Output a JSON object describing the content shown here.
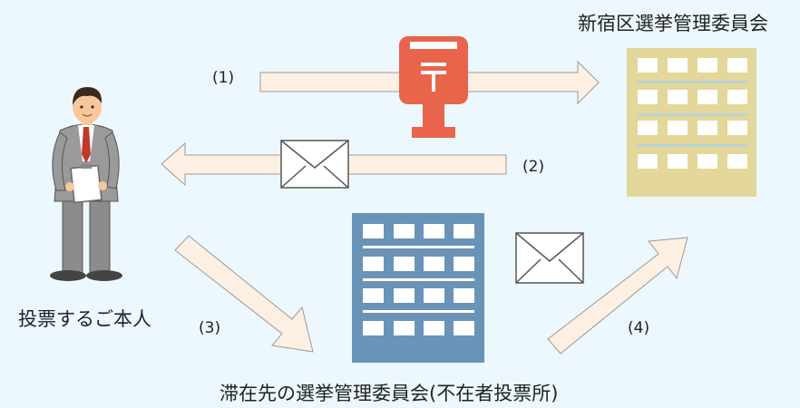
{
  "labels": {
    "shinjuku_committee": "新宿区選挙管理委員会",
    "voter": "投票するご本人",
    "local_committee": "滞在先の選挙管理委員会(不在者投票所)"
  },
  "steps": {
    "step1": "(1)",
    "step2": "(2)",
    "step3": "(3)",
    "step4": "(4)"
  },
  "colors": {
    "background": "#ecf8fd",
    "arrow_fill": "#fdf0e3",
    "arrow_stroke": "#9a9a9a",
    "postbox": "#e8644b",
    "shinjuku_building": "#e3d79a",
    "local_building": "#6a93b8",
    "envelope_fill": "#ffffff"
  },
  "icons": {
    "postbox": "postbox-icon",
    "envelope": "envelope-icon",
    "person": "businessman-icon",
    "building": "office-building-icon"
  }
}
